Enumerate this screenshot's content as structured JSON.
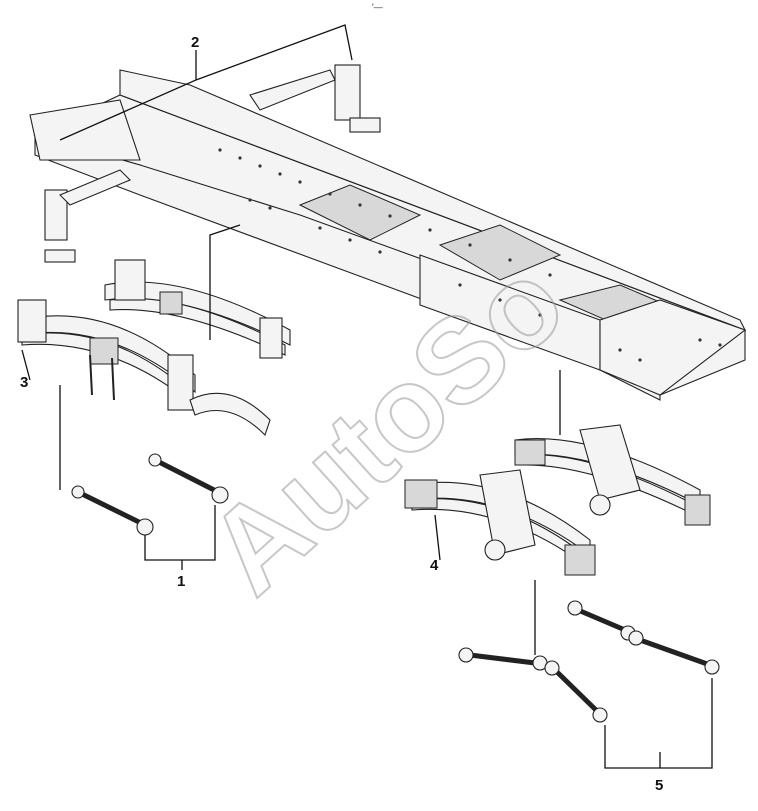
{
  "callouts": [
    {
      "id": "1",
      "label": "1"
    },
    {
      "id": "2",
      "label": "2"
    },
    {
      "id": "3",
      "label": "3"
    },
    {
      "id": "4",
      "label": "4"
    },
    {
      "id": "5",
      "label": "5"
    }
  ],
  "watermark": "AutoSo",
  "top_mark": "′—"
}
